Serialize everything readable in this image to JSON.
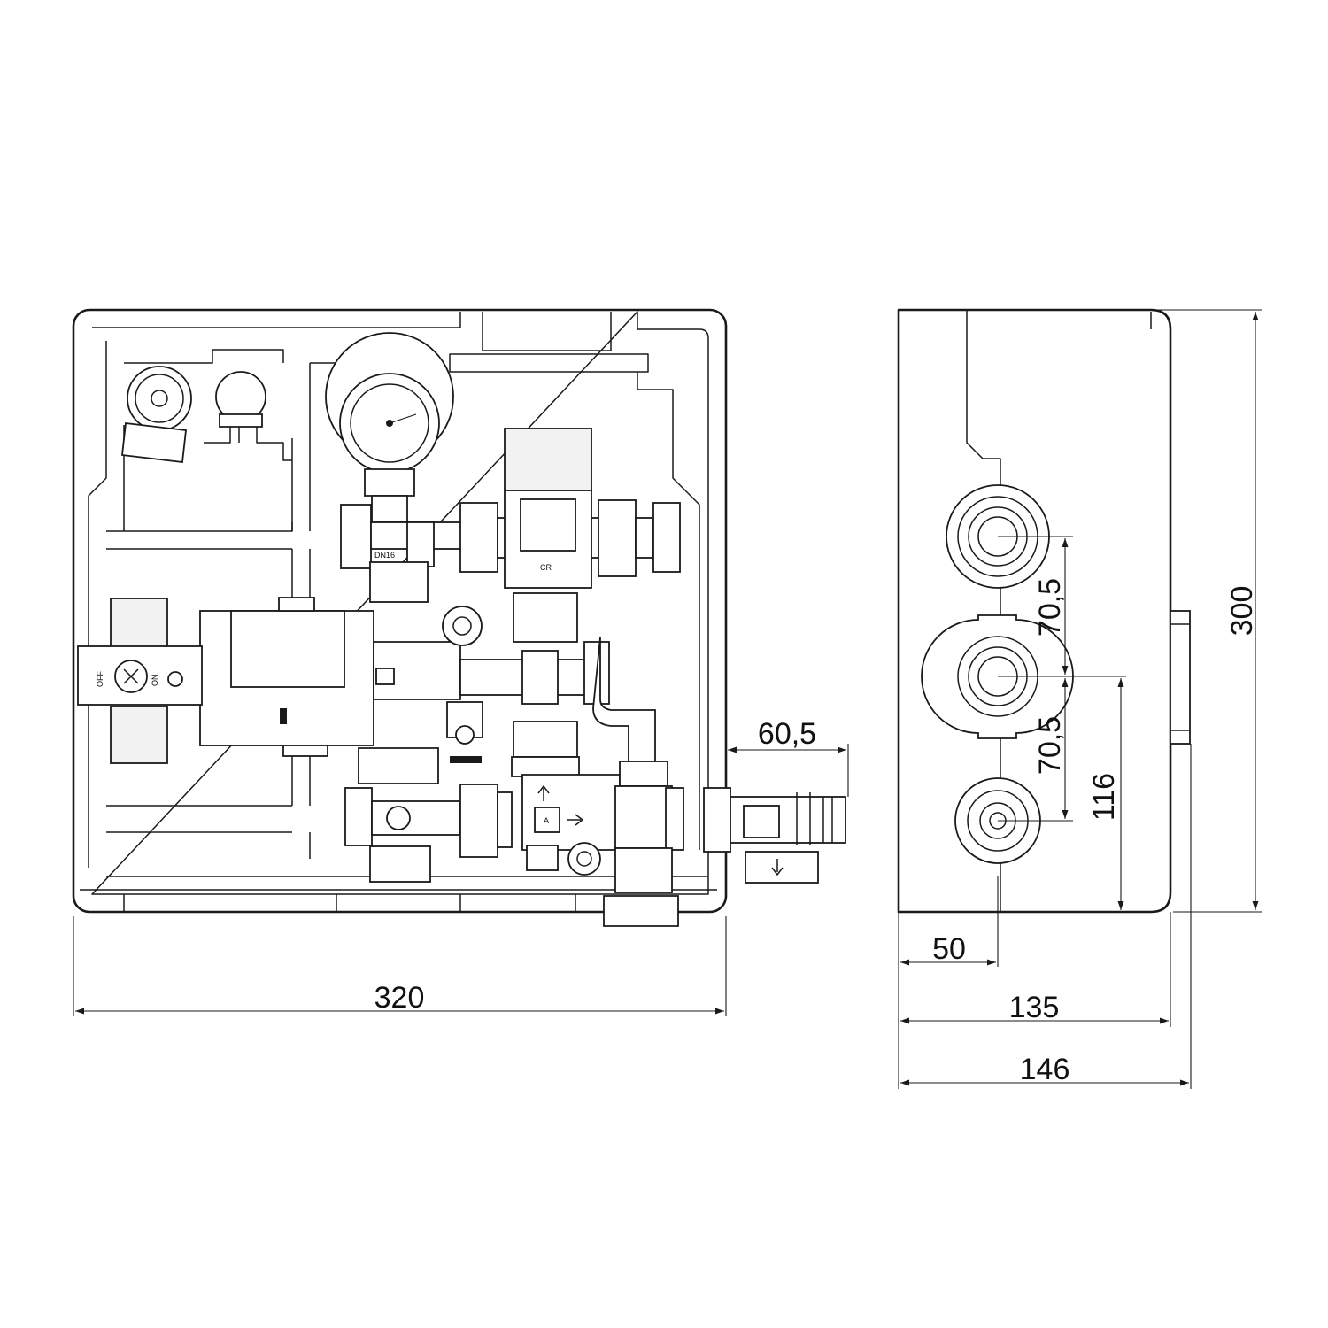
{
  "dimensions": {
    "front_width": "320",
    "outlet_offset": "60,5",
    "side_depth_inner": "135",
    "side_depth_total": "146",
    "side_connection_offset": "50",
    "connection_spacing_upper": "70,5",
    "connection_spacing_lower": "70,5",
    "bottom_connection_height": "116",
    "height": "300"
  },
  "labels": {
    "pipe_size": "DN16",
    "valve_off": "OFF",
    "valve_on": "ON",
    "brand_mark": "CR",
    "flow_marker": "A"
  }
}
